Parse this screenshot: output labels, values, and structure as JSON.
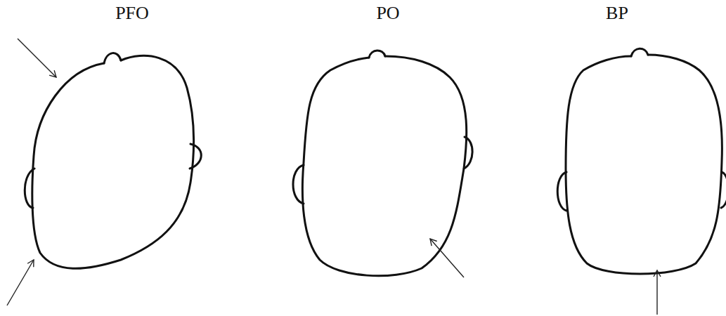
{
  "diagram": {
    "labels": [
      "PFO",
      "PO",
      "BP"
    ]
  }
}
